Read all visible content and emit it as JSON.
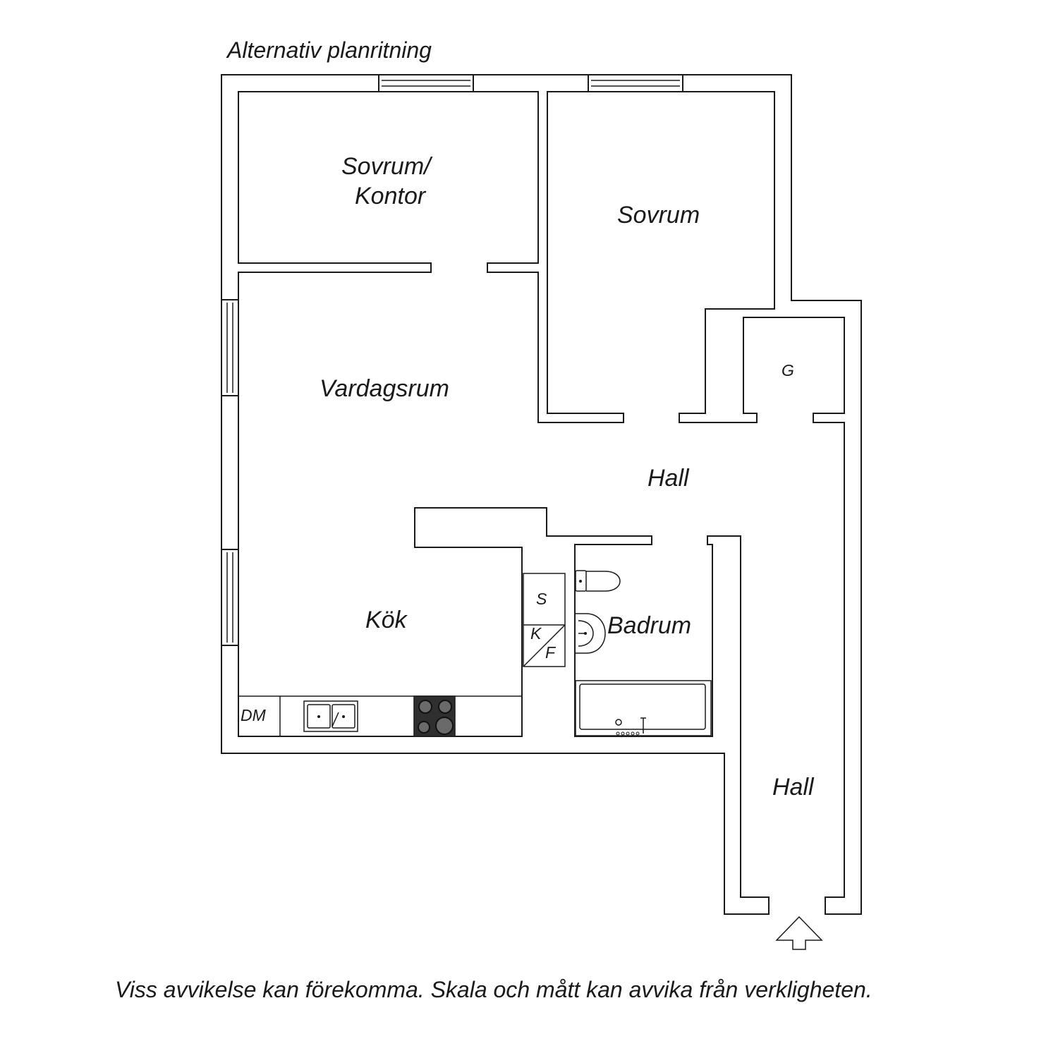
{
  "plan": {
    "title": "Alternativ planritning",
    "disclaimer": "Viss avvikelse kan förekomma. Skala och mått kan avvika från verkligheten."
  },
  "rooms": {
    "sovrum_kontor_line1": "Sovrum/",
    "sovrum_kontor_line2": "Kontor",
    "sovrum": "Sovrum",
    "vardagsrum": "Vardagsrum",
    "hall_upper": "Hall",
    "hall_lower": "Hall",
    "kok": "Kök",
    "badrum": "Badrum",
    "garderob": "G"
  },
  "fixtures": {
    "storage": "S",
    "fridge_k": "K",
    "freezer_f": "F",
    "dishwasher": "DM"
  },
  "icons": {
    "entrance": "entrance-arrow-icon",
    "sink": "double-sink-icon",
    "stove": "stove-icon",
    "toilet": "toilet-icon",
    "washbasin": "washbasin-icon",
    "bathtub": "bathtub-icon"
  }
}
